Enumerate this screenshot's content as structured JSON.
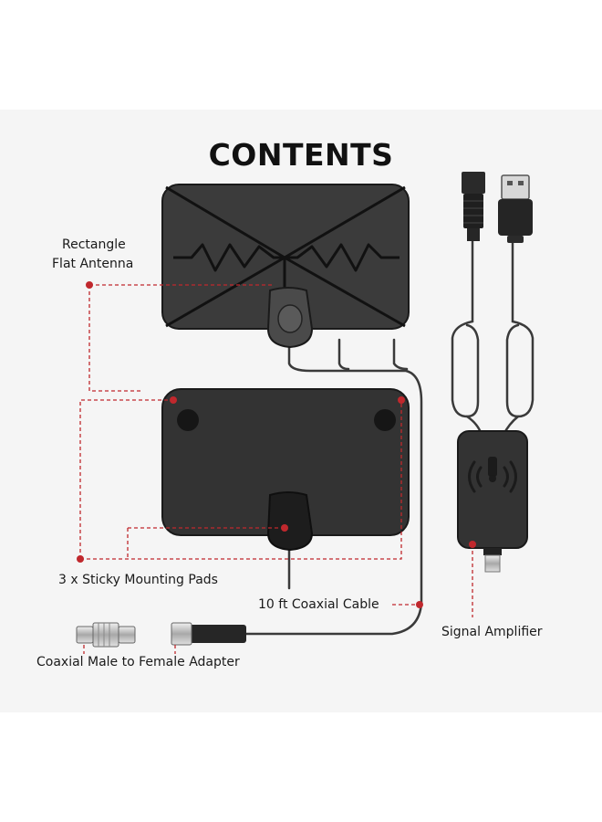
{
  "title": "CONTENTS",
  "labels": {
    "antenna_line1": "Rectangle",
    "antenna_line2": "Flat Antenna",
    "pads": "3 x Sticky Mounting Pads",
    "cable": "10 ft Coaxial Cable",
    "amplifier": "Signal Amplifier",
    "adapter": "Coaxial Male to Female Adapter"
  },
  "colors": {
    "background_panel": "#f5f5f5",
    "product_dark": "#2e2e2e",
    "callout_red": "#c0282d",
    "metal": "#c8c8c8"
  },
  "icons": [
    "usb-plug-icon",
    "coax-connector-icon",
    "wireless-signal-icon"
  ]
}
